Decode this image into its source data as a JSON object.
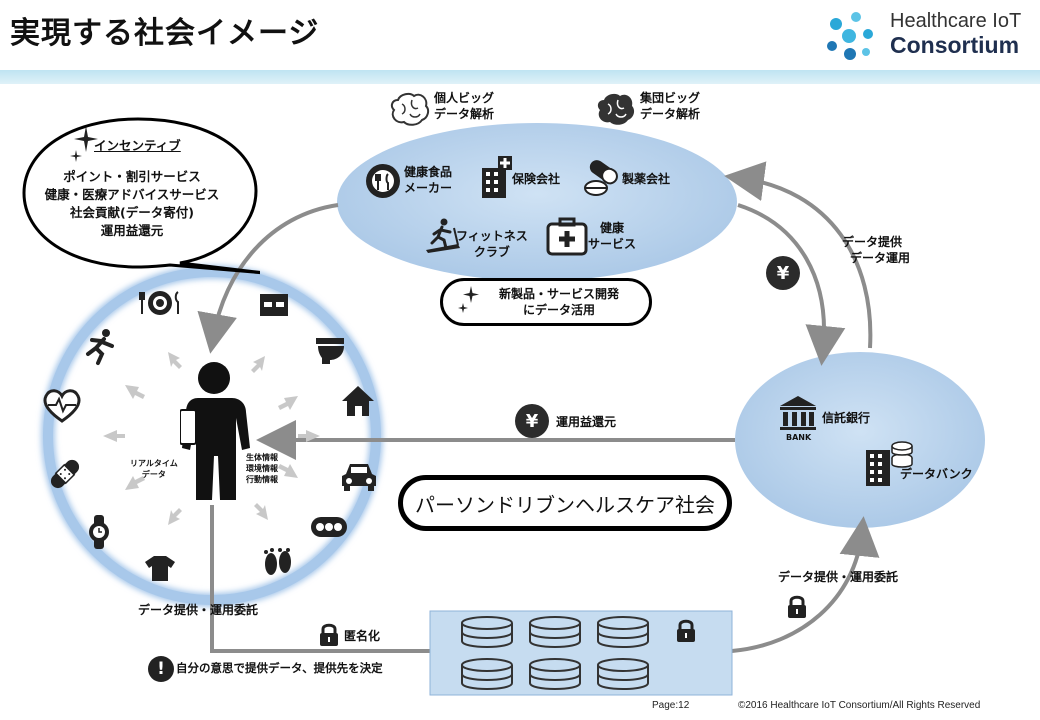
{
  "header": {
    "title": "実現する社会イメージ",
    "logo_line1": "Healthcare IoT",
    "logo_line2": "Consortium"
  },
  "incentive": {
    "heading": "インセンティブ",
    "lines": [
      "ポイント・割引サービス",
      "健康・医療アドバイスサービス",
      "社会貢献(データ寄付)",
      "運用益還元"
    ]
  },
  "analysis": {
    "personal": [
      "個人ビッグ",
      "データ解析"
    ],
    "group": [
      "集団ビッグ",
      "データ解析"
    ]
  },
  "companies": {
    "food": [
      "健康食品",
      "メーカー"
    ],
    "insurance": "保険会社",
    "pharma": "製薬会社",
    "fitness": [
      "フィットネス",
      "クラブ"
    ],
    "health_service": [
      "健康",
      "サービス"
    ]
  },
  "new_products": [
    "新製品・サービス開発",
    "にデータ活用"
  ],
  "right_flow": [
    "データ提供",
    "データ運用"
  ],
  "yen_symbol": "¥",
  "bank": {
    "trust_bank": "信託銀行",
    "bank_caption": "BANK",
    "data_bank": "データバンク"
  },
  "return_label": "運用益還元",
  "person": {
    "realtime": [
      "リアルタイム",
      "データ"
    ],
    "info": [
      "生体情報",
      "環境情報",
      "行動情報"
    ]
  },
  "motto": "パーソンドリブンヘルスケア社会",
  "left_bottom_label": "データ提供・運用委託",
  "right_bottom_label": "データ提供・運用委託",
  "anonymize": "匿名化",
  "decision": "自分の意思で提供データ、提供先を決定",
  "footer": {
    "page": "Page:12",
    "copyright": "©2016 Healthcare IoT Consortium/All Rights Reserved"
  },
  "colors": {
    "ellipse_fill": "#b9d3ec",
    "ring": "#a8c8ea",
    "arrow_gray": "#8c8c8c",
    "topbar": "#cfeaf5"
  }
}
